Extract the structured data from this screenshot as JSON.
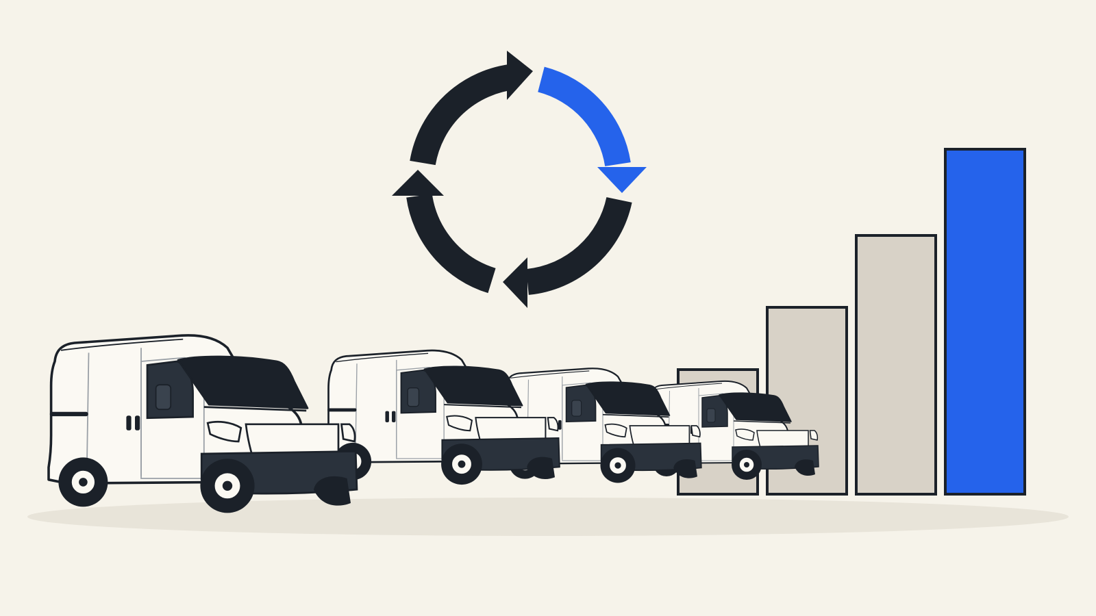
{
  "colors": {
    "background": "#f6f3ea",
    "ink": "#1b2129",
    "accent_blue": "#2563eb",
    "bar_gray": "#d8d2c7",
    "van_body": "#fbf9f3",
    "shadow": "#e2ddd2"
  },
  "cycle_icon": {
    "segments": 4,
    "highlighted_segment": 1
  },
  "chart_data": {
    "type": "bar",
    "values": [
      26,
      39,
      54,
      72
    ],
    "highlighted_index": 3,
    "ylim": [
      0,
      100
    ],
    "grid": false
  },
  "fleet": {
    "van_count": 4
  }
}
